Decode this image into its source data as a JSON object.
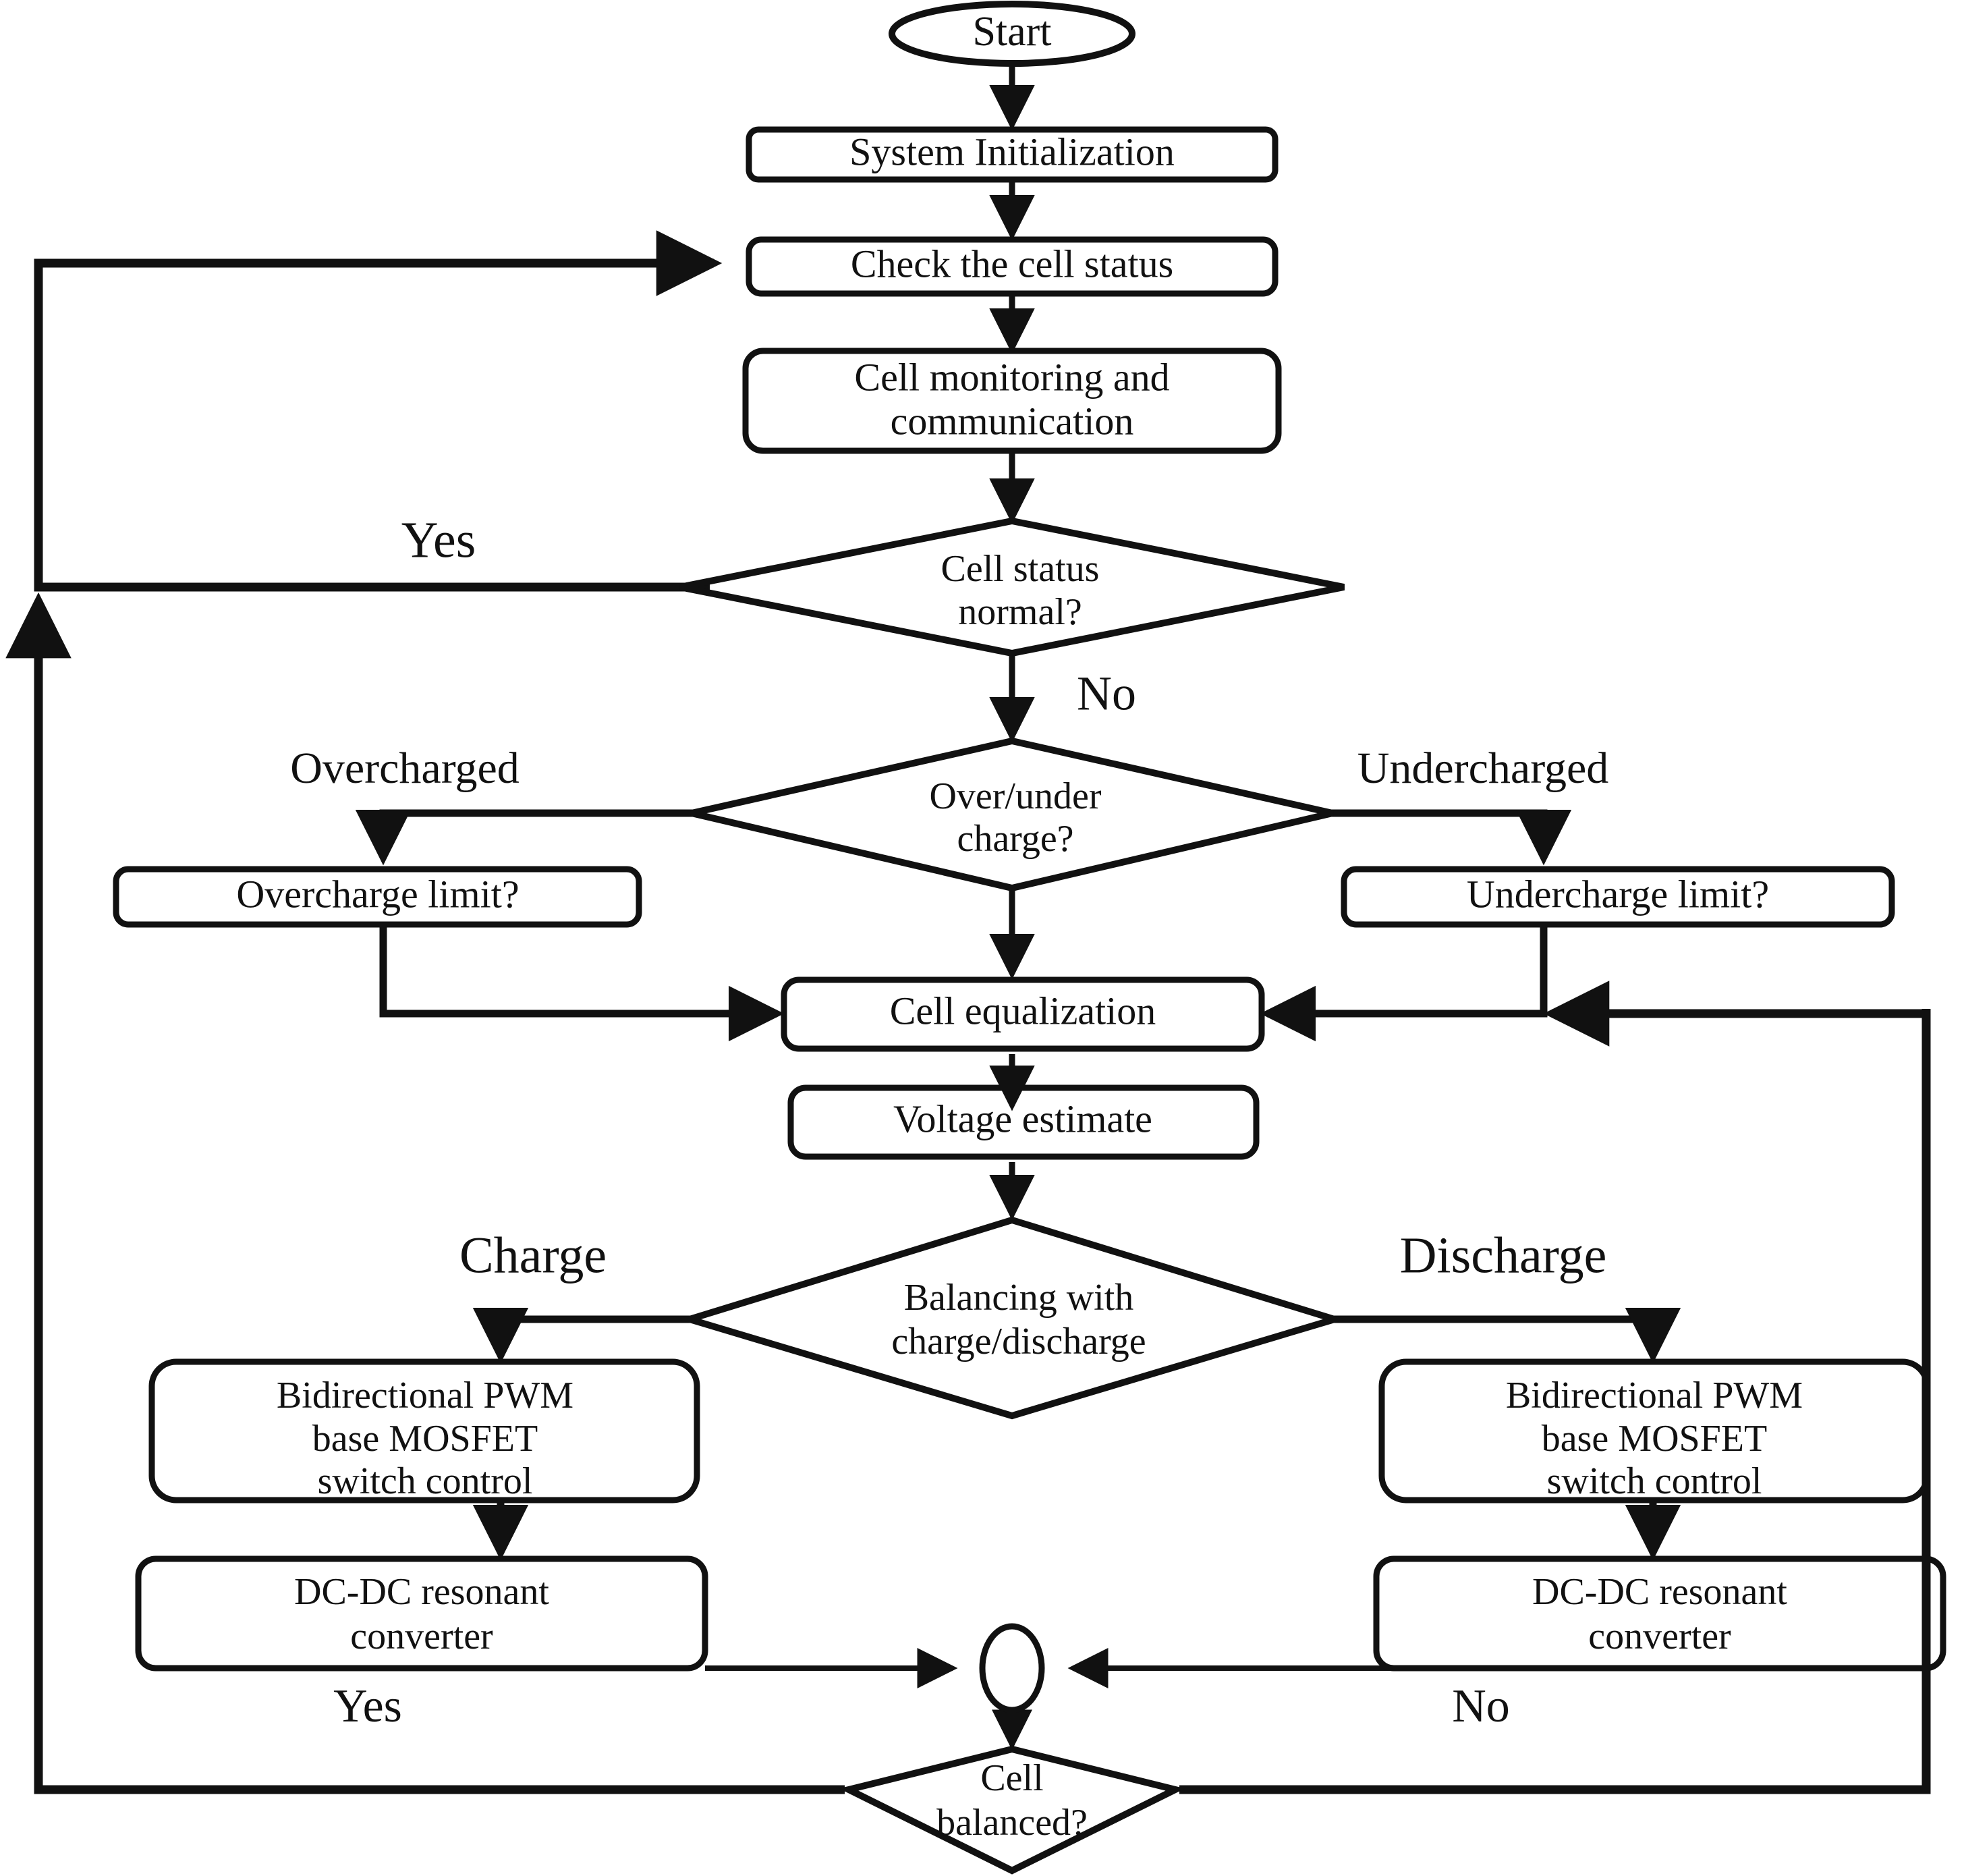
{
  "diagram": {
    "title": "Battery management system cell balancing control flowchart",
    "background_color": "#ffffff",
    "stroke_color": "#111111",
    "nodes": {
      "start": {
        "label": "Start",
        "shape": "ellipse"
      },
      "system_initialization": {
        "label": "System Initialization",
        "shape": "rounded-rect"
      },
      "check_cell_status": {
        "label": "Check the cell status",
        "shape": "rounded-rect"
      },
      "cell_monitoring_line1": {
        "label": "Cell monitoring and",
        "shape": "rounded-rect"
      },
      "cell_monitoring_line2": {
        "label": "communication",
        "shape": "rounded-rect"
      },
      "cell_status_normal_line1": {
        "label": "Cell status",
        "shape": "diamond"
      },
      "cell_status_normal_line2": {
        "label": "normal?",
        "shape": "diamond"
      },
      "over_under_charge_line1": {
        "label": "Over/under",
        "shape": "diamond"
      },
      "over_under_charge_line2": {
        "label": "charge?",
        "shape": "diamond"
      },
      "overcharge_limit": {
        "label": "Overcharge limit?",
        "shape": "rounded-rect"
      },
      "undercharge_limit": {
        "label": "Undercharge limit?",
        "shape": "rounded-rect"
      },
      "cell_equalization": {
        "label": "Cell equalization",
        "shape": "rounded-rect"
      },
      "voltage_estimate": {
        "label": "Voltage estimate",
        "shape": "rounded-rect"
      },
      "balancing_line1": {
        "label": "Balancing with",
        "shape": "diamond"
      },
      "balancing_line2": {
        "label": "charge/discharge",
        "shape": "diamond"
      },
      "pwm_left_line1": {
        "label": "Bidirectional PWM",
        "shape": "rounded-rect"
      },
      "pwm_left_line2": {
        "label": "base MOSFET",
        "shape": "rounded-rect"
      },
      "pwm_left_line3": {
        "label": "switch control",
        "shape": "rounded-rect"
      },
      "pwm_right_line1": {
        "label": "Bidirectional PWM",
        "shape": "rounded-rect"
      },
      "pwm_right_line2": {
        "label": "base MOSFET",
        "shape": "rounded-rect"
      },
      "pwm_right_line3": {
        "label": "switch control",
        "shape": "rounded-rect"
      },
      "dcdc_left_line1": {
        "label": "DC-DC resonant",
        "shape": "rounded-rect"
      },
      "dcdc_left_line2": {
        "label": "converter",
        "shape": "rounded-rect"
      },
      "dcdc_right_line1": {
        "label": "DC-DC resonant",
        "shape": "rounded-rect"
      },
      "dcdc_right_line2": {
        "label": "converter",
        "shape": "rounded-rect"
      },
      "merge_connector": {
        "label": "",
        "shape": "small-ellipse"
      },
      "cell_balanced_line1": {
        "label": "Cell",
        "shape": "diamond"
      },
      "cell_balanced_line2": {
        "label": "balanced?",
        "shape": "diamond"
      }
    },
    "edge_labels": {
      "cell_status_yes": "Yes",
      "cell_status_no": "No",
      "overcharged": "Overcharged",
      "undercharged": "Undercharged",
      "charge": "Charge",
      "discharge": "Discharge",
      "cell_balanced_yes": "Yes",
      "cell_balanced_no": "No"
    }
  }
}
